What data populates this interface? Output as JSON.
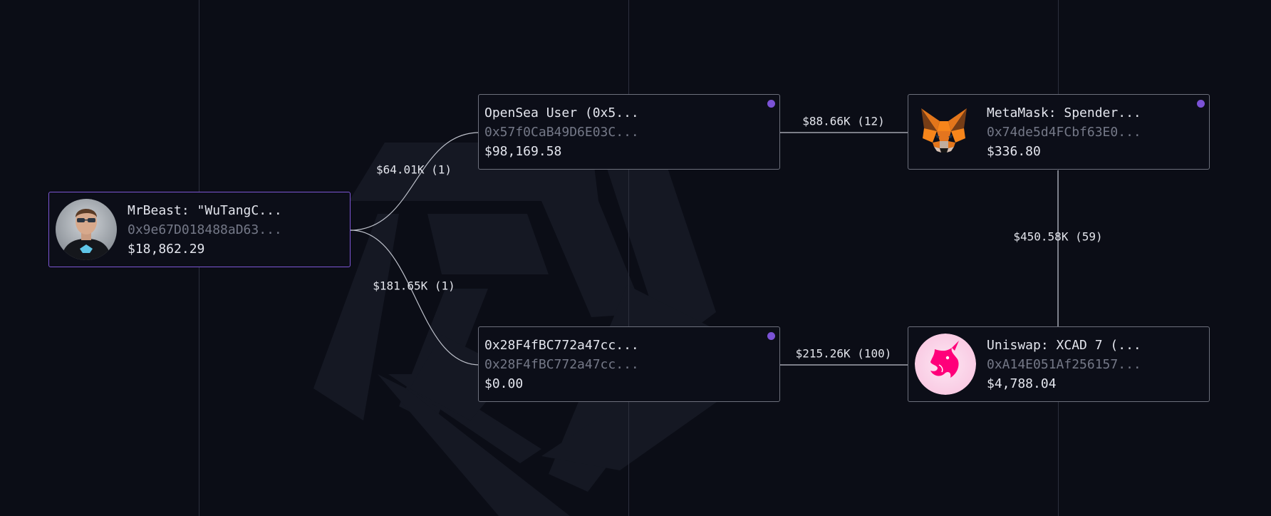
{
  "colors": {
    "background": "#0b0d16",
    "node_border": "#6d707c",
    "selected_border": "#7c56d4",
    "indicator_dot": "#7b52d6",
    "edge": "#bfc2cc",
    "name_text": "#e4e6ee",
    "address_text": "#747887"
  },
  "nodes": {
    "mrbeast": {
      "name": "MrBeast: \"WuTangC...",
      "address": "0x9e67D018488aD63...",
      "value": "$18,862.29",
      "icon": "avatar-mrbeast"
    },
    "opensea": {
      "name": "OpenSea User (0x5...",
      "address": "0x57f0CaB49D6E03C...",
      "value": "$98,169.58"
    },
    "unknown": {
      "name": "0x28F4fBC772a47cc...",
      "address": "0x28F4fBC772a47cc...",
      "value": "$0.00"
    },
    "metamask": {
      "name": "MetaMask: Spender...",
      "address": "0x74de5d4FCbf63E0...",
      "value": "$336.80",
      "icon": "metamask-fox-icon"
    },
    "uniswap": {
      "name": "Uniswap: XCAD 7 (...",
      "address": "0xA14E051Af256157...",
      "value": "$4,788.04",
      "icon": "uniswap-unicorn-icon"
    }
  },
  "edges": {
    "mrbeast_opensea": "$64.01K (1)",
    "mrbeast_unknown": "$181.65K (1)",
    "opensea_metamask": "$88.66K (12)",
    "metamask_uniswap": "$450.58K (59)",
    "unknown_uniswap": "$215.26K (100)"
  }
}
